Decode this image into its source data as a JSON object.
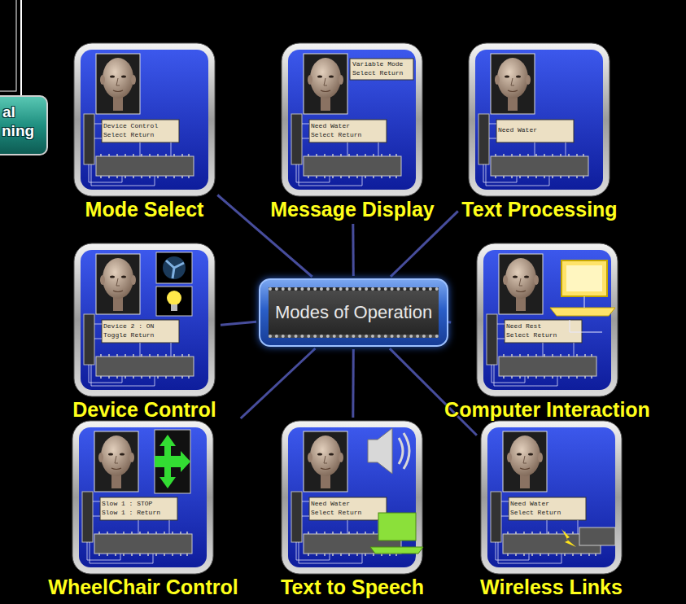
{
  "diagram": {
    "nodes": [
      {
        "text": [
          "Mode Select"
        ]
      },
      {
        "text": [
          "Message Display"
        ]
      },
      {
        "text": [
          "Text Processing"
        ]
      },
      {
        "text": [
          "Device Control"
        ]
      },
      {
        "text": [
          "Modes of Operation"
        ]
      },
      {
        "text": [
          "Computer Interaction"
        ]
      },
      {
        "text": [
          "WheelChair Control"
        ]
      },
      {
        "text": [
          "Text to Speech"
        ]
      },
      {
        "text": [
          "Wireless Links"
        ]
      }
    ],
    "edges": [
      {
        "from": 4,
        "to": 0,
        "arrow": "none"
      },
      {
        "from": 4,
        "to": 1,
        "arrow": "none"
      },
      {
        "from": 4,
        "to": 2,
        "arrow": "none"
      },
      {
        "from": 4,
        "to": 3,
        "arrow": "none"
      },
      {
        "from": 4,
        "to": 5,
        "arrow": "none"
      },
      {
        "from": 4,
        "to": 6,
        "arrow": "none"
      },
      {
        "from": 4,
        "to": 7,
        "arrow": "none"
      },
      {
        "from": 4,
        "to": 8,
        "arrow": "none"
      }
    ],
    "labels": [
      "al",
      "ning",
      "Device Control",
      "Select Return",
      "Variable Mode",
      "Select Return",
      "Need Water",
      "Select Return",
      "Need Water",
      "Device 2 : ON",
      "Toggle Return",
      "Need Rest",
      "Select Return",
      "Slow 1 : STOP",
      "Slow 1 : Return",
      "Need Water",
      "Select Return",
      "Need Water",
      "Select Return"
    ]
  }
}
